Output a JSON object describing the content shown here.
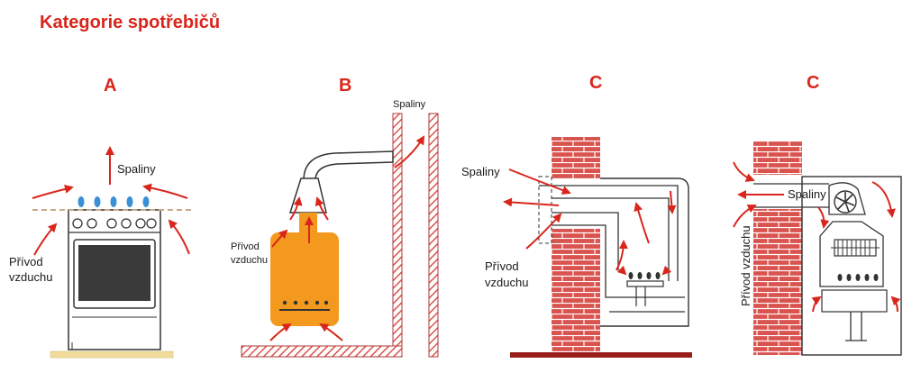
{
  "title": "Kategorie spotřebičů",
  "colors": {
    "accent": "#d9261c",
    "brick": "#d9534f",
    "heater": "#f39a1e",
    "flame": "#3a8fd6",
    "floor": "#f2dc9c"
  },
  "panels": [
    {
      "letter": "A",
      "labels": {
        "exhaust": "Spaliny",
        "air_line1": "Přívod",
        "air_line2": "vzduchu"
      }
    },
    {
      "letter": "B",
      "labels": {
        "exhaust": "Spaliny",
        "air_line1": "Přívod",
        "air_line2": "vzduchu"
      }
    },
    {
      "letter": "C",
      "labels": {
        "exhaust": "Spaliny",
        "air_line1": "Přívod",
        "air_line2": "vzduchu"
      }
    },
    {
      "letter": "C",
      "labels": {
        "exhaust": "Spaliny",
        "air_vertical": "Přívod vzduchu"
      }
    }
  ]
}
